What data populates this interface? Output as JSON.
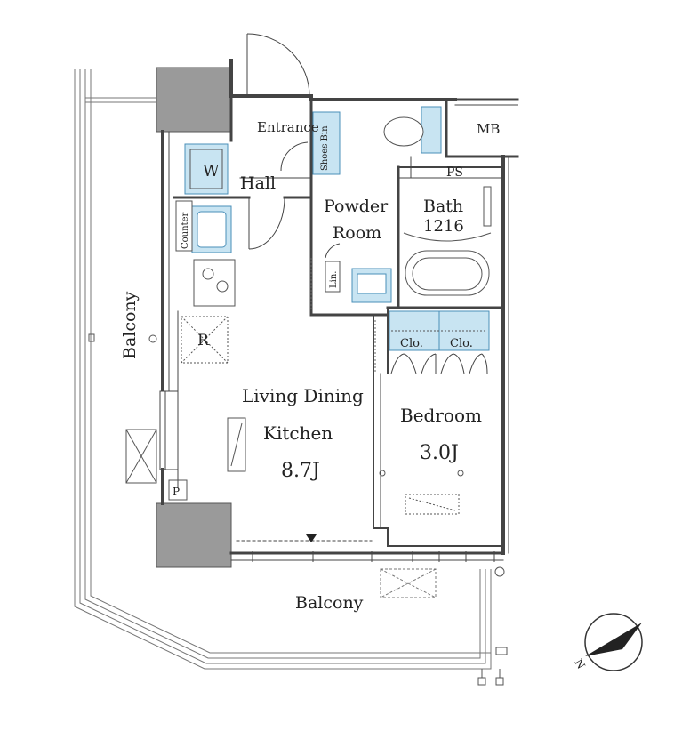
{
  "rooms": {
    "entrance": "Entrance",
    "shoes_bin": "Shoes Bin",
    "hall": "Hall",
    "washer": "W",
    "counter": "Counter",
    "powder_room_line1": "Powder",
    "powder_room_line2": "Room",
    "bath_line1": "Bath",
    "bath_line2": "1216",
    "mb": "MB",
    "ps": "PS",
    "linen": "Lin.",
    "closet_1": "Clo.",
    "closet_2": "Clo.",
    "fridge": "R",
    "ldk_line1": "Living Dining",
    "ldk_line2": "Kitchen",
    "ldk_size": "8.7J",
    "bedroom": "Bedroom",
    "bedroom_size": "3.0J",
    "balcony_west": "Balcony",
    "balcony_south": "Balcony",
    "pipe_space": "P"
  },
  "compass": {
    "north_label": "N"
  },
  "colors": {
    "wall": "#444444",
    "column": "#9a9a9a",
    "fixture": "#c8e4f2",
    "fixture_stroke": "#4a8fb8",
    "line": "#555555"
  }
}
